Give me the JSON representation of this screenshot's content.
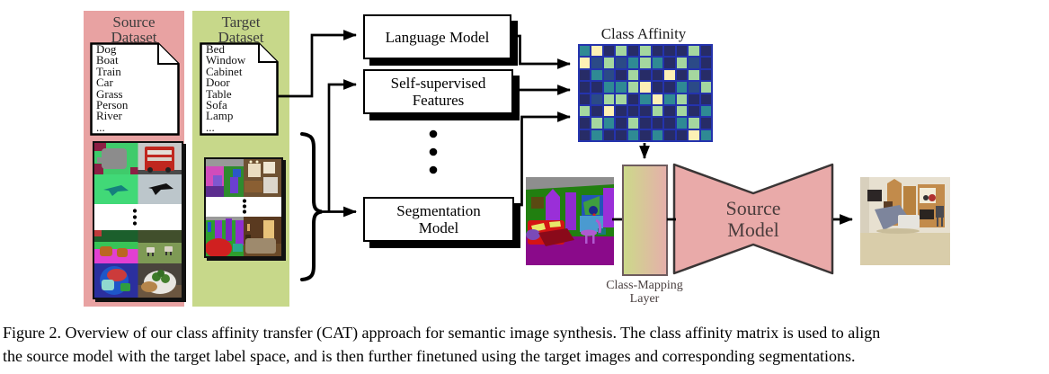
{
  "figure": {
    "caption_line1": "Figure 2. Overview of our class affinity transfer (CAT) approach for semantic image synthesis. The class affinity matrix is used to align",
    "caption_line2": "the source model with the target label space, and is then further finetuned using the target images and corresponding segmentations."
  },
  "source_panel": {
    "title": "Source Dataset",
    "classes": [
      "Dog",
      "Boat",
      "Train",
      "Car",
      "Grass",
      "Person",
      "River",
      "..."
    ]
  },
  "target_panel": {
    "title": "Target Dataset",
    "classes": [
      "Bed",
      "Window",
      "Cabinet",
      "Door",
      "Table",
      "Sofa",
      "Lamp",
      "..."
    ]
  },
  "pipeline": {
    "language_model_label": "Language Model",
    "self_supervised_label": "Self-supervised Features",
    "segmentation_label": "Segmentation Model"
  },
  "affinity": {
    "title": "Class Affinity",
    "palette": [
      "#272c67",
      "#2b4a87",
      "#2f8a94",
      "#a5d79f",
      "#fdf0b5"
    ],
    "cell_border": "#2433ad",
    "grid": [
      [
        2,
        4,
        0,
        3,
        0,
        3,
        0,
        0,
        0,
        3,
        0
      ],
      [
        4,
        1,
        3,
        1,
        2,
        3,
        2,
        0,
        3,
        1,
        0
      ],
      [
        0,
        2,
        1,
        0,
        3,
        0,
        0,
        4,
        0,
        3,
        0
      ],
      [
        0,
        0,
        2,
        2,
        3,
        4,
        0,
        0,
        2,
        1,
        3
      ],
      [
        0,
        1,
        3,
        3,
        0,
        2,
        4,
        2,
        3,
        0,
        0
      ],
      [
        3,
        0,
        4,
        0,
        0,
        0,
        3,
        0,
        3,
        0,
        2
      ],
      [
        0,
        3,
        2,
        0,
        3,
        0,
        0,
        0,
        2,
        3,
        0
      ],
      [
        0,
        2,
        0,
        0,
        2,
        0,
        2,
        0,
        0,
        4,
        2
      ]
    ]
  },
  "class_mapping_layer": {
    "label": "Class-Mapping Layer",
    "gradient_left": "#ccd98a",
    "gradient_right": "#e5b0aa"
  },
  "source_model": {
    "label": "Source Model",
    "fill": "#e9aaa9"
  },
  "colors": {
    "source_panel_bg": "#e8a2a2",
    "target_panel_bg": "#c7d88a"
  }
}
